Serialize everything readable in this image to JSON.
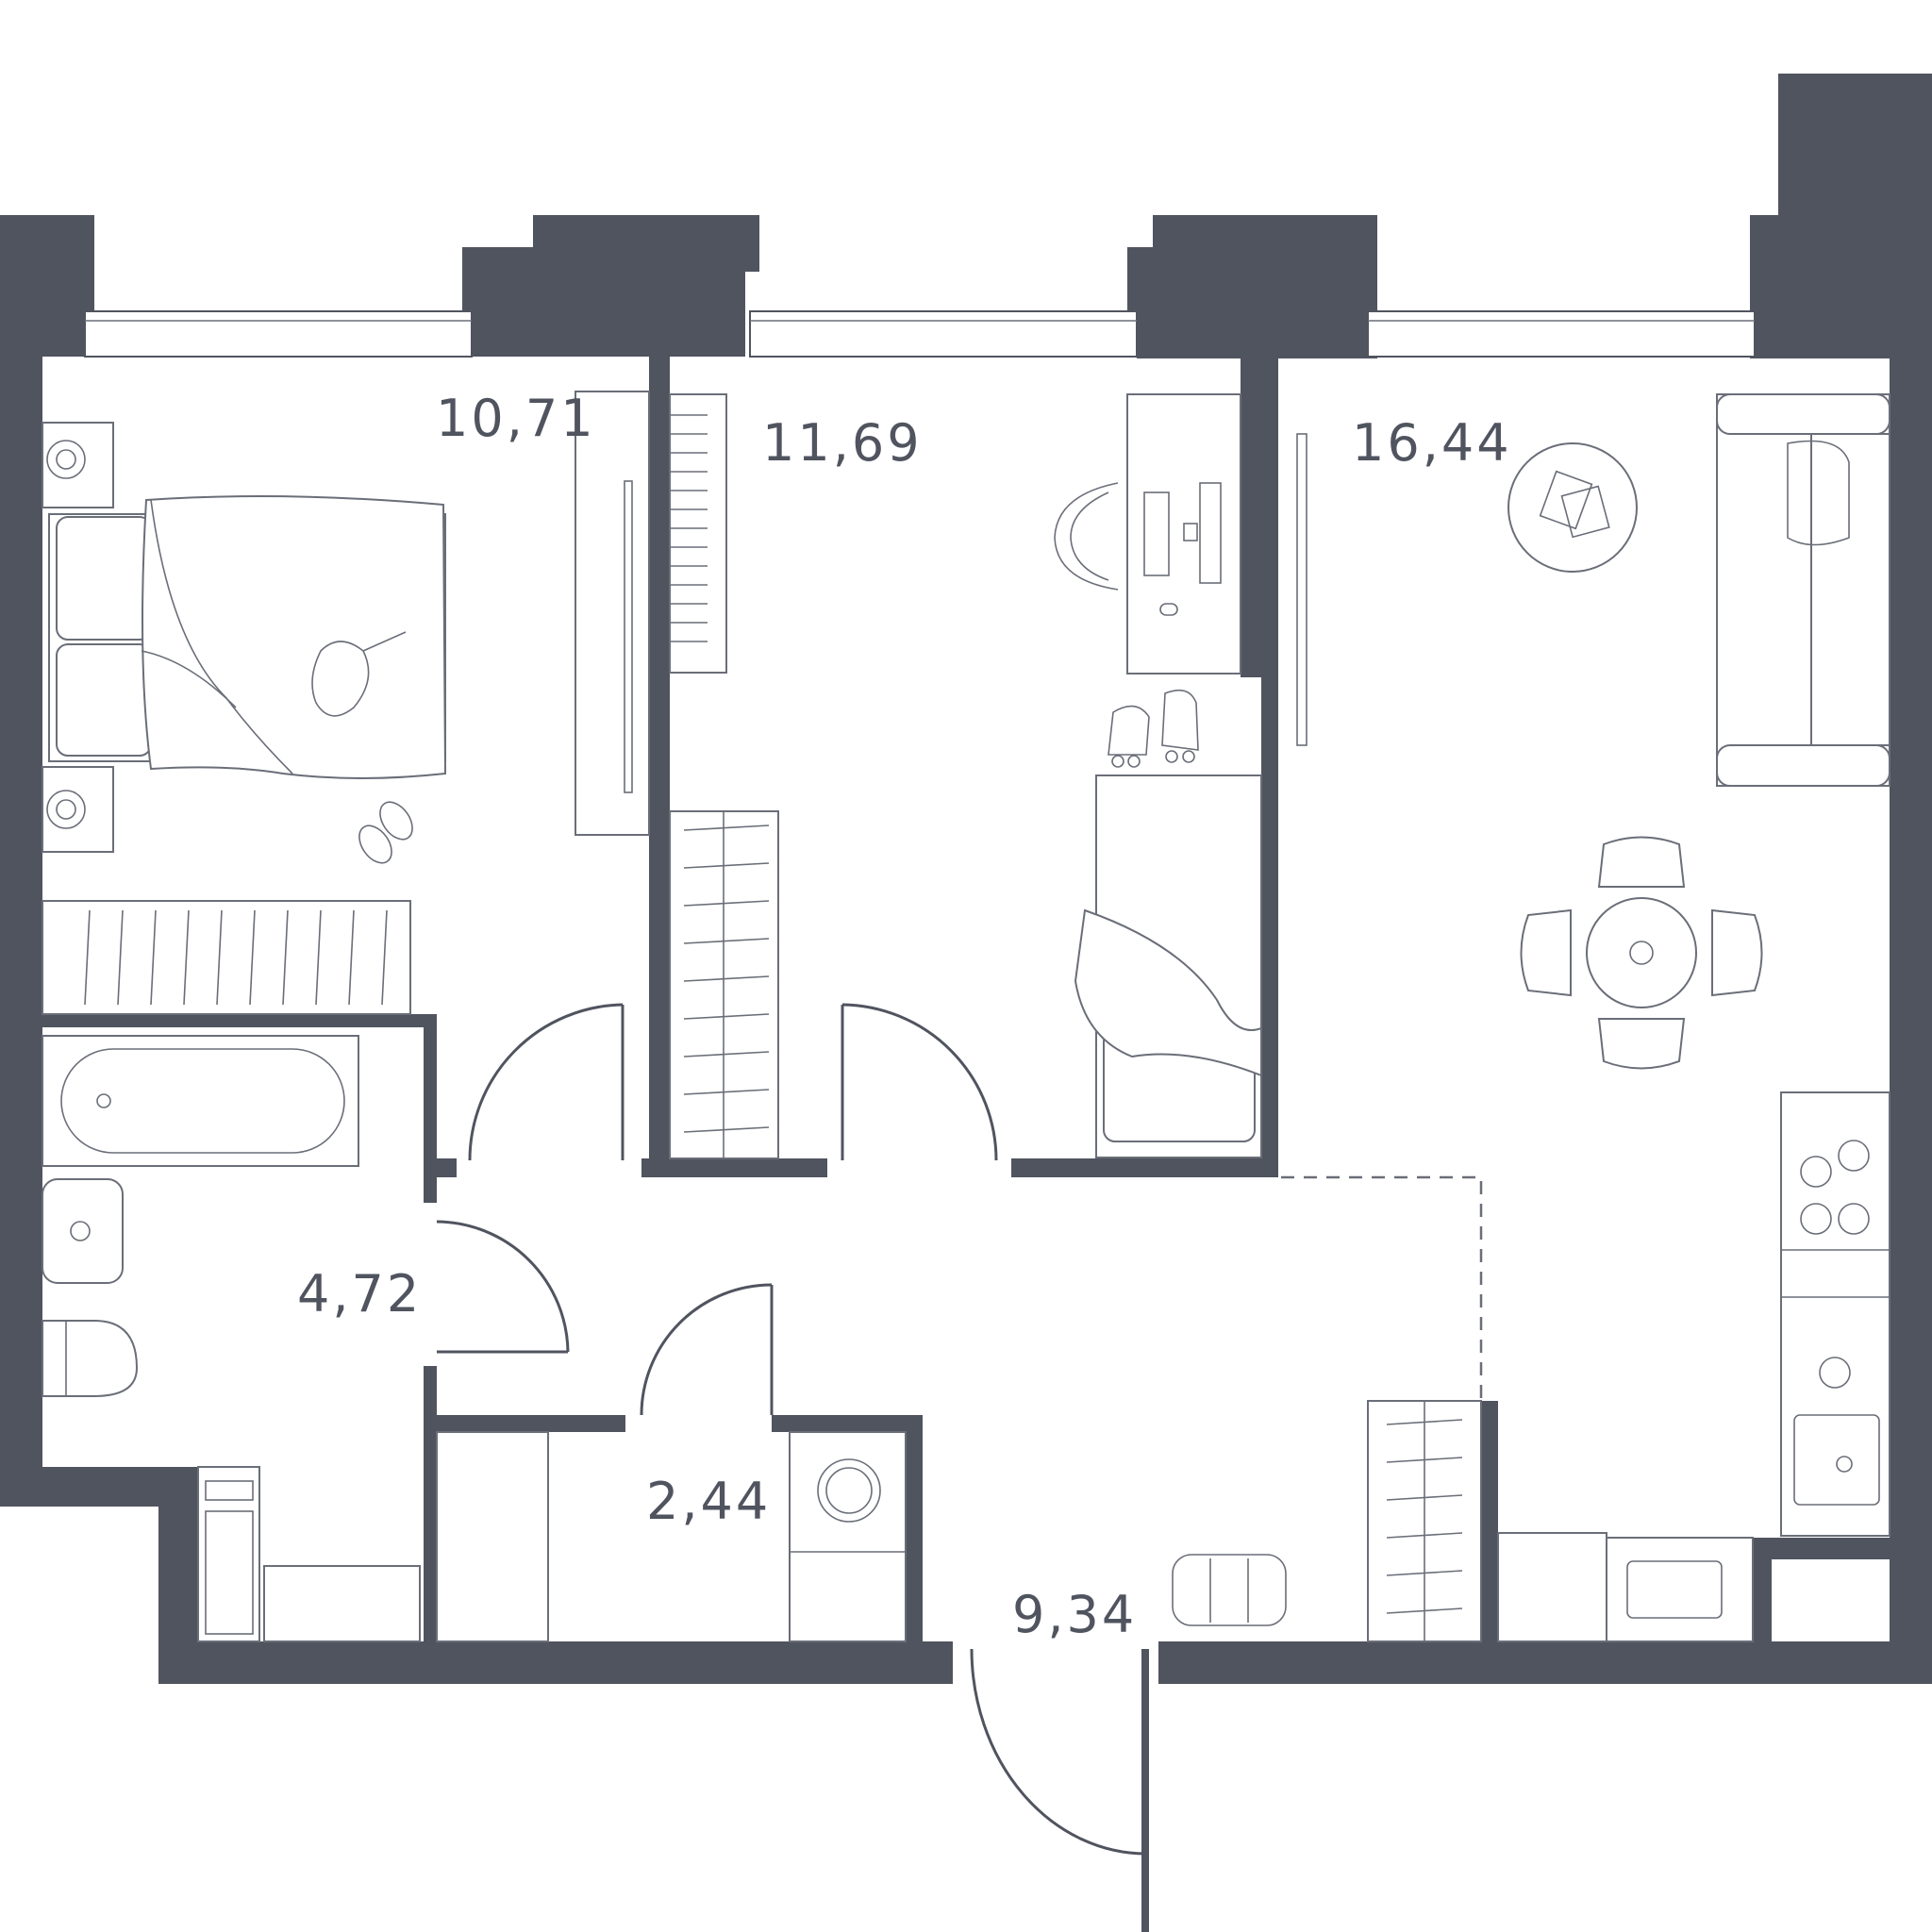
{
  "colors": {
    "wall": "#50545f",
    "line": "#6a6e78",
    "background": "#ffffff"
  },
  "rooms": [
    {
      "name": "bedroom-1",
      "area": "10,71"
    },
    {
      "name": "bedroom-2",
      "area": "11,69"
    },
    {
      "name": "living-kitchen",
      "area": "16,44"
    },
    {
      "name": "bathroom",
      "area": "4,72"
    },
    {
      "name": "utility-room",
      "area": "2,44"
    },
    {
      "name": "hallway",
      "area": "9,34"
    }
  ]
}
